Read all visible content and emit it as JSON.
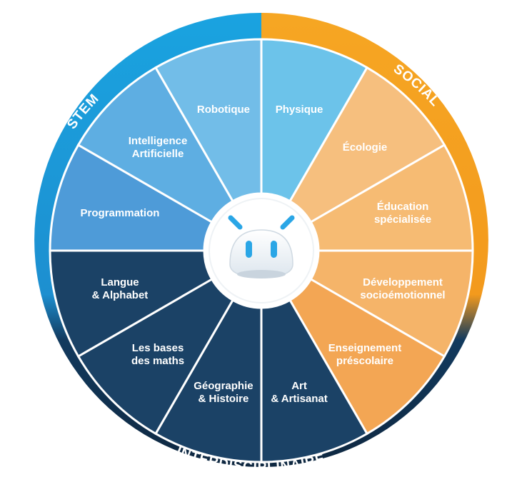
{
  "ring": {
    "stem": "STEM",
    "social": "SOCIAL",
    "interdisciplinaire": "INTERDISCIPLINAIRE"
  },
  "colors": {
    "stem_ring": "#1da0dc",
    "social_ring": "#f5a623",
    "inter_ring": "#0f2a44",
    "stem_segment_light": "#6fc3ea",
    "stem_segment_mid": "#4fa3dc",
    "social_segment_light": "#f6bd76",
    "social_segment_mid": "#f3a24a",
    "inter_segment": "#1b4266",
    "divider": "#ffffff"
  },
  "segments": [
    {
      "key": "physique",
      "group": "stem",
      "lines": [
        "Physique"
      ]
    },
    {
      "key": "ecologie",
      "group": "social",
      "lines": [
        "Écologie"
      ]
    },
    {
      "key": "education-specialisee",
      "group": "social",
      "lines": [
        "Éducation",
        "spécialisée"
      ]
    },
    {
      "key": "developpement",
      "group": "social",
      "lines": [
        "Développement",
        "socioémotionnel"
      ]
    },
    {
      "key": "enseignement",
      "group": "social",
      "lines": [
        "Enseignement",
        "préscolaire"
      ]
    },
    {
      "key": "art",
      "group": "inter",
      "lines": [
        "Art",
        "& Artisanat"
      ]
    },
    {
      "key": "geographie",
      "group": "inter",
      "lines": [
        "Géographie",
        "& Histoire"
      ]
    },
    {
      "key": "bases-maths",
      "group": "inter",
      "lines": [
        "Les bases",
        "des maths"
      ]
    },
    {
      "key": "langue",
      "group": "inter",
      "lines": [
        "Langue",
        "& Alphabet"
      ]
    },
    {
      "key": "programmation",
      "group": "stem",
      "lines": [
        "Programmation"
      ]
    },
    {
      "key": "intelligence-artificielle",
      "group": "stem",
      "lines": [
        "Intelligence",
        "Artificielle"
      ]
    },
    {
      "key": "robotique",
      "group": "stem",
      "lines": [
        "Robotique"
      ]
    }
  ],
  "center_icon": "robot-mascot-icon"
}
